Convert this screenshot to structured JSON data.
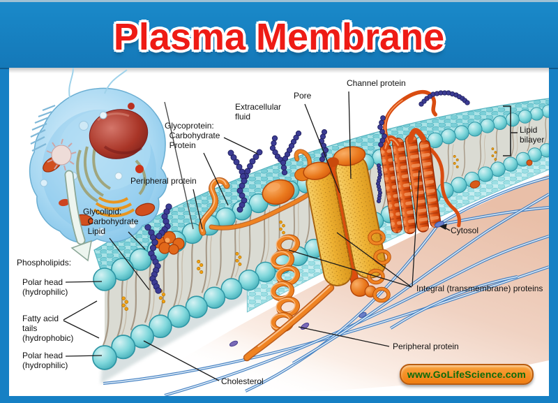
{
  "title": "Plasma Membrane",
  "labels": {
    "extracellular_fluid": "Extracellular\nfluid",
    "pore": "Pore",
    "channel_protein": "Channel protein",
    "glycoprotein": "Glycoprotein:\n  Carbohydrate\n  Protein",
    "peripheral_protein_top": "Peripheral protein",
    "glycolipid": "Glycolipid:\n  Carbohydrate\n  Lipid",
    "phospholipids": "Phospholipids:",
    "polar_head_top": "Polar head\n(hydrophilic)",
    "fatty_acid_tails": "Fatty acid\ntails\n(hydrophobic)",
    "polar_head_bottom": "Polar head\n(hydrophilic)",
    "cholesterol": "Cholesterol",
    "cytosol": "Cytosol",
    "integral_proteins": "Integral (transmembrane) proteins",
    "peripheral_protein_bottom": "Peripheral protein",
    "lipid_bilayer": "Lipid\nbilayer"
  },
  "watermark": {
    "text": "www.GoLifeScience.com"
  },
  "colors": {
    "frame_blue": "#1680c4",
    "title_red": "#ee1b15",
    "membrane_cyan": "#7cd6da",
    "protein_orange": "#ef8322",
    "channel_yellow": "#f2bc45",
    "glyco_bead_purple": "#3c3c94",
    "cytosol_pink": "#eac0a9",
    "filament_blue": "#3f7cc0",
    "badge_orange": "#f68c1e",
    "badge_text_green": "#0b6b0b"
  }
}
